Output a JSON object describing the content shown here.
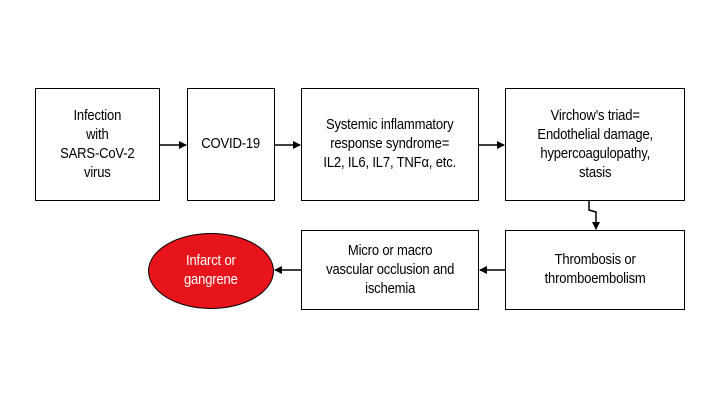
{
  "nodes": {
    "infection": "Infection\nwith\nSARS-CoV-2\nvirus",
    "covid": "COVID-19",
    "sirs": "Systemic inflammatory\nresponse syndrome=\nIL2, IL6, IL7, TNFα, etc.",
    "virchow": "Virchow’s triad=\nEndothelial damage,\nhypercoagulopathy,\nstasis",
    "thrombosis": "Thrombosis or\nthromboembolism",
    "occlusion": "Micro or macro\nvascular occlusion and\nischemia",
    "outcome": "Infarct or\ngangrene"
  },
  "colors": {
    "outcome_fill": "#e8141b",
    "outcome_text": "#ffffff",
    "stroke": "#000000"
  }
}
